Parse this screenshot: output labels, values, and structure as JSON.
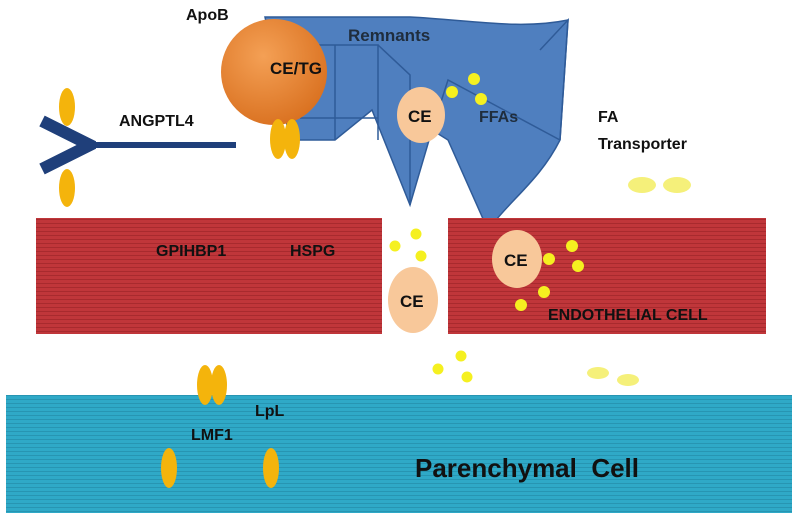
{
  "labels": {
    "apob": "ApoB",
    "ce_tg": "CE/TG",
    "remnants": "Remnants",
    "ce_particle": "CE",
    "ffas": "FFAs",
    "fa_transporter_line1": "FA",
    "fa_transporter_line2": "Transporter",
    "angptl4": "ANGPTL4",
    "gpihbp1": "GPIHBP1",
    "hspg": "HSPG",
    "ce_gap": "CE",
    "ce_endothelial": "CE",
    "endothelial_cell": "ENDOTHELIAL CELL",
    "lpl": "LpL",
    "lmf1": "LMF1",
    "parenchymal_cell": "Parenchymal  Cell"
  },
  "colors": {
    "endothelial": "#c0363a",
    "parenchymal": "#2fa9c7",
    "lipoprotein": "#e8802c",
    "remnant": "#4f7fbf",
    "ce_particle": "#f8c89a",
    "ffa_dot": "#f5f020",
    "lpl_oval": "#f4b40c",
    "arrow": "#1f3f7a"
  },
  "icons": {
    "arrow": "left-arrow",
    "lipoprotein": "sphere",
    "lpl": "oval-pair"
  }
}
